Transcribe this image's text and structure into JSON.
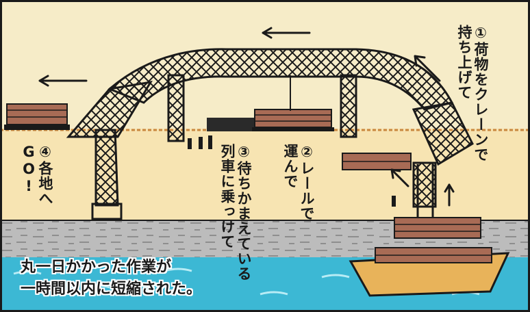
{
  "labels": {
    "step1": {
      "line1": "①荷物をクレーンで",
      "line2": "持ち上げて"
    },
    "step2": {
      "line1": "②レールで",
      "line2": "運んで"
    },
    "step3": {
      "line1": "③待ちかまえている",
      "line2": "列車に乗っけて"
    },
    "step4": {
      "line1": "④各地へ",
      "line2": "GO!"
    }
  },
  "caption": {
    "line1": "丸一日かかった作業が",
    "line2": "一時間以内に短縮された。"
  },
  "colors": {
    "sky": "#f6ecc8",
    "ground": "#f7e4b2",
    "wall": "#bcbcbc",
    "water": "#3cb8d4",
    "logs": "#a86b55",
    "boat": "#e8b35a",
    "ink": "#1a1a1a"
  }
}
